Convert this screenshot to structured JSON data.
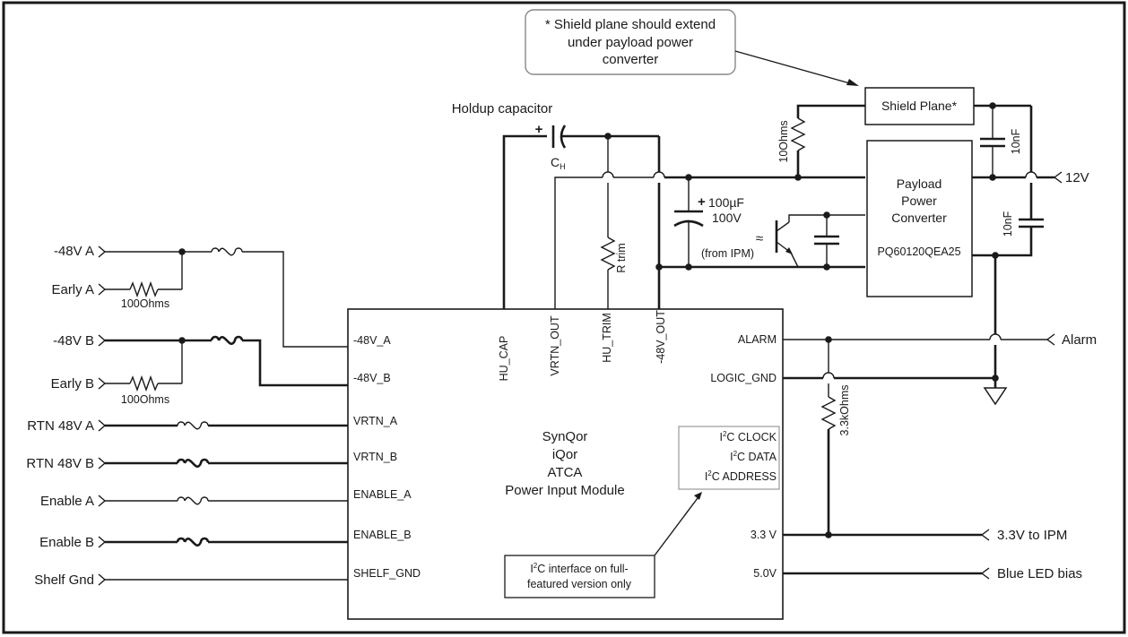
{
  "note": {
    "line1": "* Shield plane should extend",
    "line2": "under payload power",
    "line3": "converter"
  },
  "inputs": [
    {
      "label": "-48V A"
    },
    {
      "label": "Early A"
    },
    {
      "label": "-48V B"
    },
    {
      "label": "Early B"
    },
    {
      "label": "RTN 48V A"
    },
    {
      "label": "RTN 48V B"
    },
    {
      "label": "Enable A"
    },
    {
      "label": "Enable B"
    },
    {
      "label": "Shelf Gnd"
    }
  ],
  "early_resistor": "100Ohms",
  "module": {
    "line1": "SynQor",
    "line2": "iQor",
    "line3": "ATCA",
    "line4": "Power Input Module",
    "left_pins": [
      "-48V_A",
      "-48V_B",
      "VRTN_A",
      "VRTN_B",
      "ENABLE_A",
      "ENABLE_B",
      "SHELF_GND"
    ],
    "top_pins": [
      "HU_CAP",
      "VRTN_OUT",
      "HU_TRIM",
      "-48V_OUT"
    ],
    "right_pins": [
      "ALARM",
      "LOGIC_GND",
      "3.3 V",
      "5.0V"
    ],
    "i2c_pins": [
      {
        "sup": "2",
        "name": "C CLOCK"
      },
      {
        "sup": "2",
        "name": "C DATA"
      },
      {
        "sup": "2",
        "name": "C ADDRESS"
      }
    ]
  },
  "i2c_note": {
    "prefix": "I",
    "sup": "2",
    "line1_rest": "C interface on full-",
    "line2": "featured version only"
  },
  "holdup": {
    "title": "Holdup capacitor",
    "cap": "C",
    "cap_sub": "H",
    "plus": "+"
  },
  "rtrim": "R trim",
  "bulk_cap": {
    "value": "100µF",
    "voltage": "100V",
    "plus": "+"
  },
  "from_ipm": "(from IPM)",
  "approx": "≈",
  "shield": {
    "label": "Shield Plane*",
    "resistor": "10Ohms"
  },
  "converter": {
    "line1": "Payload",
    "line2": "Power",
    "line3": "Converter",
    "part": "PQ60120QEA25"
  },
  "caps_10nf": [
    "10nF",
    "10nF"
  ],
  "pullup": "3.3kOhms",
  "outputs": [
    {
      "label": "12V"
    },
    {
      "label": "Alarm"
    },
    {
      "label": "3.3V to IPM"
    },
    {
      "label": "Blue LED bias"
    }
  ]
}
